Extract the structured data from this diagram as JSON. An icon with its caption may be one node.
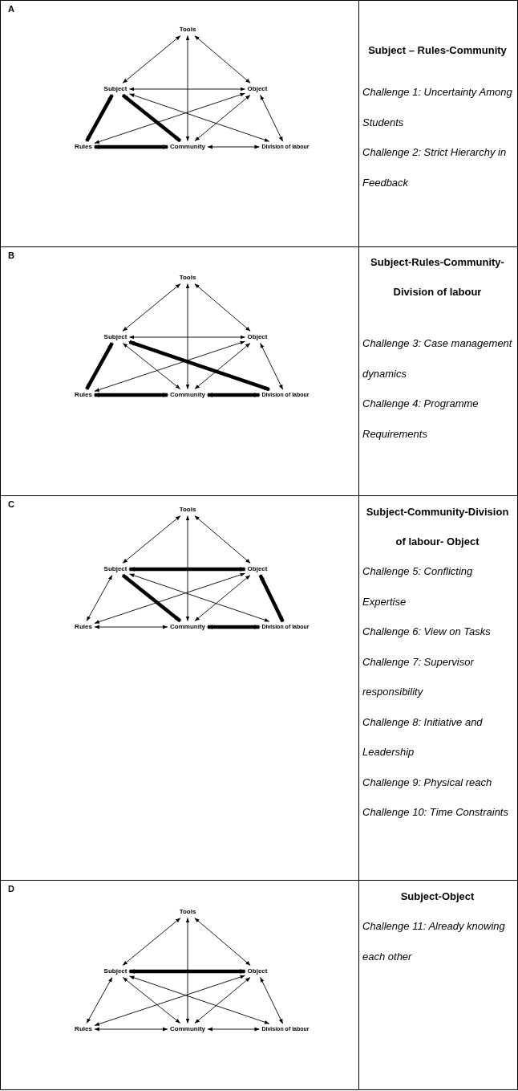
{
  "diagram": {
    "nodes": [
      {
        "text": [
          "Tools"
        ]
      },
      {
        "text": [
          "Subject"
        ]
      },
      {
        "text": [
          "Object"
        ]
      },
      {
        "text": [
          "Rules"
        ]
      },
      {
        "text": [
          "Community"
        ]
      },
      {
        "text": [
          "Division of labour"
        ]
      },
      {
        "text": [
          "Tools"
        ]
      },
      {
        "text": [
          "Subject"
        ]
      },
      {
        "text": [
          "Object"
        ]
      },
      {
        "text": [
          "Rules"
        ]
      },
      {
        "text": [
          "Community"
        ]
      },
      {
        "text": [
          "Division of labour"
        ]
      },
      {
        "text": [
          "Tools"
        ]
      },
      {
        "text": [
          "Subject"
        ]
      },
      {
        "text": [
          "Object"
        ]
      },
      {
        "text": [
          "Rules"
        ]
      },
      {
        "text": [
          "Community"
        ]
      },
      {
        "text": [
          "Division of labour"
        ]
      },
      {
        "text": [
          "Tools"
        ]
      },
      {
        "text": [
          "Subject"
        ]
      },
      {
        "text": [
          "Object"
        ]
      },
      {
        "text": [
          "Rules"
        ]
      },
      {
        "text": [
          "Community"
        ]
      },
      {
        "text": [
          "Division of labour"
        ]
      }
    ],
    "edges": [
      {
        "from": 0,
        "to": 1,
        "arrow": "both"
      },
      {
        "from": 0,
        "to": 2,
        "arrow": "both"
      },
      {
        "from": 0,
        "to": 4,
        "arrow": "both"
      },
      {
        "from": 1,
        "to": 2,
        "arrow": "both"
      },
      {
        "from": 1,
        "to": 3,
        "arrow": "both",
        "style": "thick"
      },
      {
        "from": 1,
        "to": 4,
        "arrow": "both",
        "style": "thick"
      },
      {
        "from": 1,
        "to": 5,
        "arrow": "both"
      },
      {
        "from": 2,
        "to": 3,
        "arrow": "both"
      },
      {
        "from": 2,
        "to": 4,
        "arrow": "both"
      },
      {
        "from": 2,
        "to": 5,
        "arrow": "both"
      },
      {
        "from": 3,
        "to": 4,
        "arrow": "both",
        "style": "thick"
      },
      {
        "from": 4,
        "to": 5,
        "arrow": "both"
      },
      {
        "from": 6,
        "to": 7,
        "arrow": "both"
      },
      {
        "from": 6,
        "to": 8,
        "arrow": "both"
      },
      {
        "from": 6,
        "to": 10,
        "arrow": "both"
      },
      {
        "from": 7,
        "to": 8,
        "arrow": "both"
      },
      {
        "from": 7,
        "to": 9,
        "arrow": "both",
        "style": "thick"
      },
      {
        "from": 7,
        "to": 10,
        "arrow": "both"
      },
      {
        "from": 7,
        "to": 11,
        "arrow": "both",
        "style": "thick"
      },
      {
        "from": 8,
        "to": 9,
        "arrow": "both"
      },
      {
        "from": 8,
        "to": 10,
        "arrow": "both"
      },
      {
        "from": 8,
        "to": 11,
        "arrow": "both"
      },
      {
        "from": 9,
        "to": 10,
        "arrow": "both",
        "style": "thick"
      },
      {
        "from": 10,
        "to": 11,
        "arrow": "both",
        "style": "thick"
      },
      {
        "from": 12,
        "to": 13,
        "arrow": "both"
      },
      {
        "from": 12,
        "to": 14,
        "arrow": "both"
      },
      {
        "from": 12,
        "to": 16,
        "arrow": "both"
      },
      {
        "from": 13,
        "to": 14,
        "arrow": "both",
        "style": "thick"
      },
      {
        "from": 13,
        "to": 15,
        "arrow": "both"
      },
      {
        "from": 13,
        "to": 16,
        "arrow": "both",
        "style": "thick"
      },
      {
        "from": 13,
        "to": 17,
        "arrow": "both"
      },
      {
        "from": 14,
        "to": 15,
        "arrow": "both"
      },
      {
        "from": 14,
        "to": 16,
        "arrow": "both"
      },
      {
        "from": 14,
        "to": 17,
        "arrow": "both",
        "style": "thick"
      },
      {
        "from": 15,
        "to": 16,
        "arrow": "both"
      },
      {
        "from": 16,
        "to": 17,
        "arrow": "both",
        "style": "thick"
      },
      {
        "from": 18,
        "to": 19,
        "arrow": "both"
      },
      {
        "from": 18,
        "to": 20,
        "arrow": "both"
      },
      {
        "from": 18,
        "to": 22,
        "arrow": "both"
      },
      {
        "from": 19,
        "to": 20,
        "arrow": "both",
        "style": "thick"
      },
      {
        "from": 19,
        "to": 21,
        "arrow": "both"
      },
      {
        "from": 19,
        "to": 22,
        "arrow": "both"
      },
      {
        "from": 19,
        "to": 23,
        "arrow": "both"
      },
      {
        "from": 20,
        "to": 21,
        "arrow": "both"
      },
      {
        "from": 20,
        "to": 22,
        "arrow": "both"
      },
      {
        "from": 20,
        "to": 23,
        "arrow": "both"
      },
      {
        "from": 21,
        "to": 22,
        "arrow": "both"
      },
      {
        "from": 22,
        "to": 23,
        "arrow": "both"
      }
    ],
    "labels": [
      "A",
      "Subject – Rules-Community",
      "Challenge 1: Uncertainty Among Students",
      "Challenge 2: Strict Hierarchy in Feedback",
      "B",
      "Subject-Rules-Community-Division of labour",
      "Challenge 3: Case management dynamics",
      "Challenge 4: Programme Requirements",
      "C",
      "Subject-Community-Division of labour- Object",
      "Challenge 5: Conflicting Expertise",
      "Challenge 6: View on Tasks",
      "Challenge 7: Supervisor responsibility",
      "Challenge 8: Initiative and Leadership",
      "Challenge 9: Physical reach",
      "Challenge 10: Time Constraints",
      "D",
      "Subject-Object",
      "Challenge 11: Already knowing each other"
    ]
  }
}
